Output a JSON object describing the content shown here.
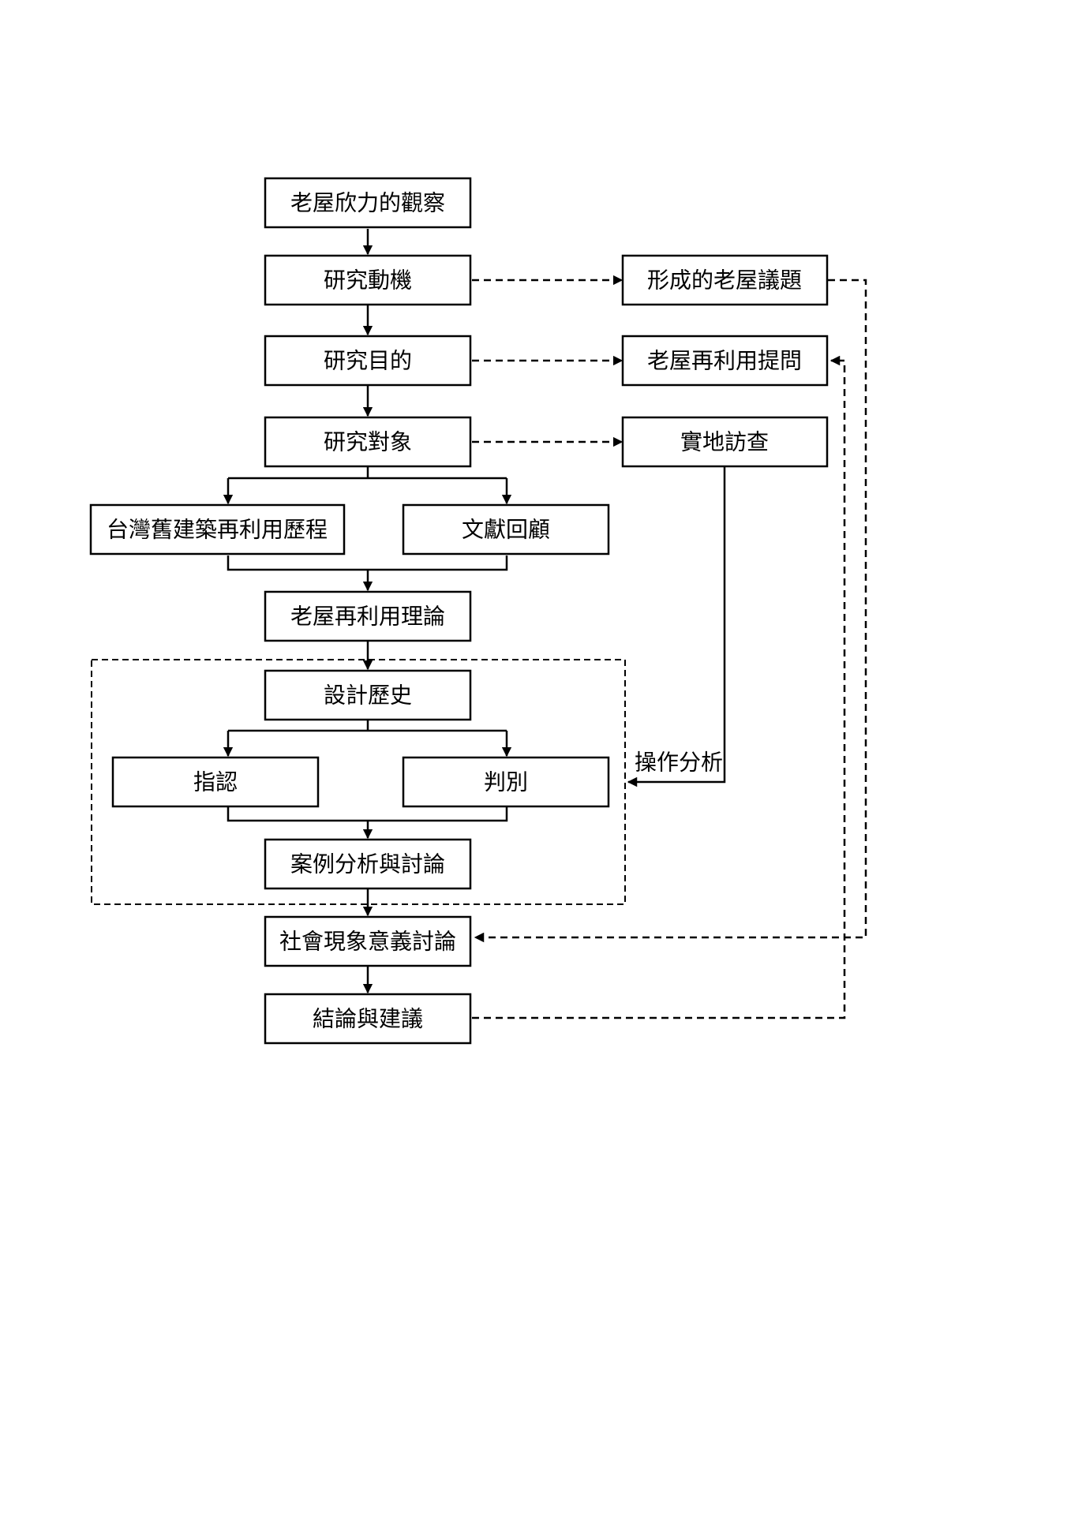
{
  "diagram": {
    "nodes": {
      "observation": "老屋欣力的觀察",
      "motivation": "研究動機",
      "purpose": "研究目的",
      "subject": "研究對象",
      "reuse_history": "台灣舊建築再利用歷程",
      "literature": "文獻回顧",
      "theory": "老屋再利用理論",
      "design_history": "設計歷史",
      "identify": "指認",
      "judge": "判別",
      "case_analysis": "案例分析與討論",
      "social_meaning": "社會現象意義討論",
      "conclusion": "結論與建議",
      "issue_formed": "形成的老屋議題",
      "reuse_question": "老屋再利用提問",
      "field_survey": "實地訪查"
    },
    "edge_labels": {
      "operation_analysis": "操作分析"
    }
  }
}
